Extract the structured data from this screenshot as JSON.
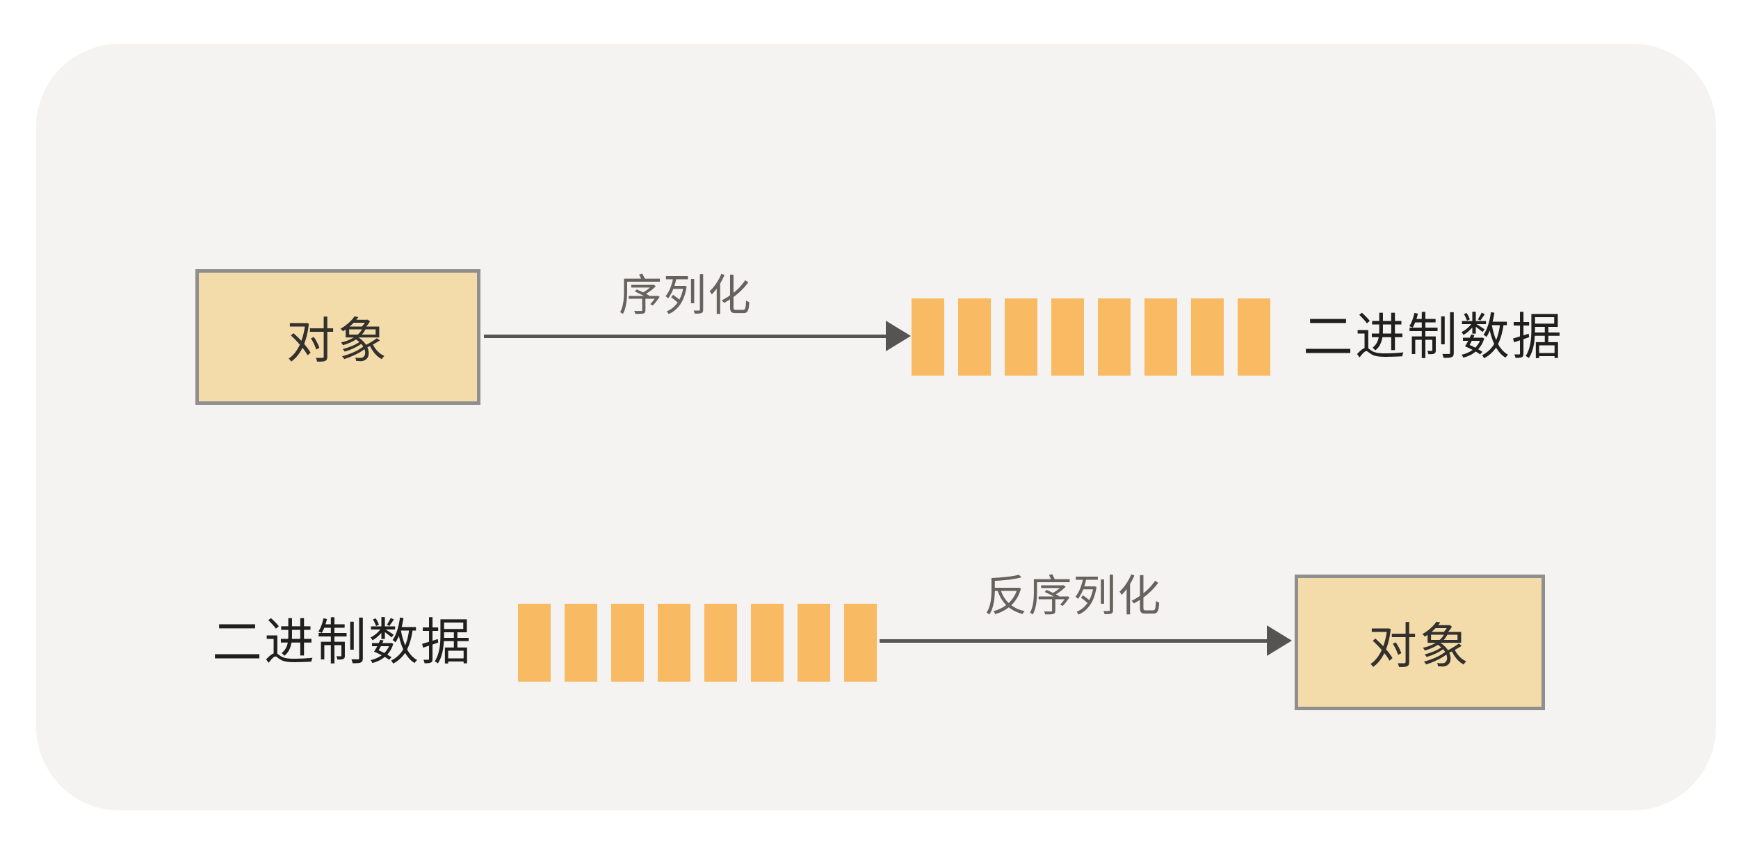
{
  "diagram": {
    "top_flow": {
      "source_box_label": "对象",
      "arrow_label": "序列化",
      "binary_label": "二进制数据",
      "bar_count": 8
    },
    "bottom_flow": {
      "binary_label": "二进制数据",
      "arrow_label": "反序列化",
      "target_box_label": "对象",
      "bar_count": 8
    },
    "colors": {
      "panel_bg": "#F4F3F1",
      "bar_orange": "#F8BA62",
      "box_fill": "#F3DCA9",
      "box_border": "#8F8F8F",
      "arrow": "#545454",
      "arrow_label_color": "#66625E",
      "binary_text_color": "#1F1F1F",
      "box_text_color": "#33312E"
    }
  }
}
